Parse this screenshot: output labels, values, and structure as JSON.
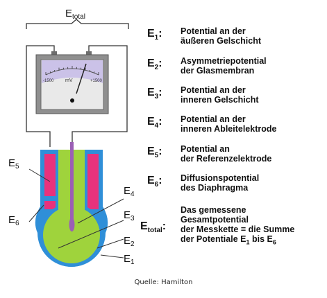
{
  "meter": {
    "scale_min": "-1500",
    "scale_max": "+1500",
    "unit": "mV"
  },
  "diagram_labels": {
    "total": {
      "main": "E",
      "sub": "total"
    },
    "e5": {
      "main": "E",
      "sub": "5"
    },
    "e6": {
      "main": "E",
      "sub": "6"
    },
    "e4": {
      "main": "E",
      "sub": "4"
    },
    "e3": {
      "main": "E",
      "sub": "3"
    },
    "e2": {
      "main": "E",
      "sub": "2"
    },
    "e1": {
      "main": "E",
      "sub": "1"
    }
  },
  "legend": [
    {
      "main": "E",
      "sub": "1",
      "line1": "Potential an der",
      "line2": "äußeren Gelschicht"
    },
    {
      "main": "E",
      "sub": "2",
      "line1": "Asymmetriepotential",
      "line2": "der Glasmembran"
    },
    {
      "main": "E",
      "sub": "3",
      "line1": "Potential an der",
      "line2": "inneren Gelschicht"
    },
    {
      "main": "E",
      "sub": "4",
      "line1": "Potential an der",
      "line2": "inneren Ableitelektrode"
    },
    {
      "main": "E",
      "sub": "5",
      "line1": "Potential an",
      "line2": "der Referenzelektrode"
    },
    {
      "main": "E",
      "sub": "6",
      "line1": "Diffusionspotential",
      "line2": "des Diaphragma"
    }
  ],
  "legend_total": {
    "main": "E",
    "sub": "total",
    "line1": "Das gemessene",
    "line2": "Gesamtpotential",
    "line3": "der Messkette = die Summe",
    "line4_pre": "der Potentiale E",
    "line4_sub1": "1",
    "line4_mid": " bis E",
    "line4_sub2": "6"
  },
  "source": "Quelle: Hamilton",
  "colors": {
    "outer_blue": "#2f8fd8",
    "reference_pink": "#e8327c",
    "gel_green": "#9fd33c",
    "wire_purple": "#9b5fb5",
    "meter_face": "#cbc2e8",
    "meter_body": "#8a8a8a"
  }
}
